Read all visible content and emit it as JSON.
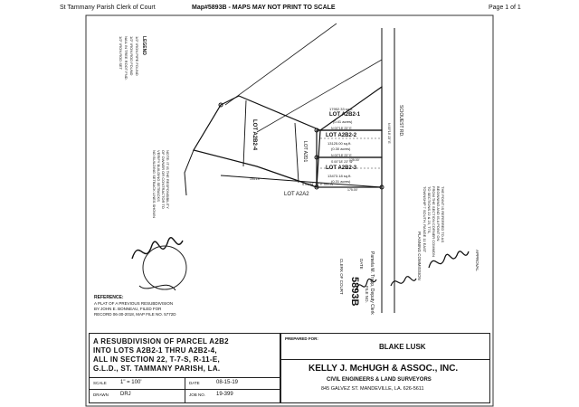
{
  "header": {
    "left": "St Tammany Parish Clerk of Court",
    "center": "Map#5893B - MAPS MAY NOT PRINT TO SCALE",
    "right": "Page 1 of 1"
  },
  "plat": {
    "legend_title": "LEGEND",
    "legend_items": [
      "1/2\" IRON PIPE FOUND",
      "1/2\" IRON ROD FOUND",
      "NAIL IN TREE ROOT FND.",
      "1/2\" IRON ROD SET"
    ],
    "lots": [
      {
        "name": "LOT A2B2-1",
        "area": "17952.33 sq.ft.",
        "acres": "(0.41 acres)"
      },
      {
        "name": "LOT A2B2-2",
        "area": "13125.00 sq.ft.",
        "acres": "(0.30 acres)"
      },
      {
        "name": "LOT A2B2-3",
        "area": "13473.18 sq.ft.",
        "acres": "(0.31 acres)"
      },
      {
        "name": "LOT A2B2-4",
        "area": "",
        "acres": ""
      }
    ],
    "lot_below": "LOT A2A2",
    "lot_left": "LOT A2D1",
    "road_name": "SCIOUEST RD.",
    "bearings": [
      "N 00°18' 23\" E",
      "N 00°18' 23\" E",
      "S 00°18' 23\" W",
      "S 01°54' 34\" E 359.24'",
      "194.19'",
      "175.00'",
      "125.00'",
      "N 00°18' 23\" E"
    ],
    "notes_left": [
      "NOTE: IT IS THE RESPONSIBILITY",
      "OF OWNER OR CONTRACTOR TO",
      "VERIFY BUILDING SETBACKS",
      "NO BUILDING SETBACK LINES SHOWN"
    ],
    "point_note": [
      "THE POINT IS REFERRED TO AS",
      "BEGINNING AND IS A POINT ON",
      "FROM THE SECTION CORNER COMMON",
      "TO SECTIONS 22 & 23, T7S,",
      "TOWNSHIP 7 SOUTH, RANGE 11 EAST"
    ],
    "commission_title": "PLANNING COMMISSION",
    "approval": "APPROVAL",
    "clerk": "CLERK OF COURT",
    "clerk_name": "Pamela M. Trapp, Deputy Clerk",
    "file_no": "FILE NO.",
    "date_label": "DATE",
    "map_no": "5893B",
    "reference_title": "REFERENCE:",
    "reference": [
      "A PLAT OF A PREVIOUS RESUBDIVISION",
      "BY JOHN E. BONNEAU, FILED FOR",
      "RECORD 06-30-2018, MAP FILE NO. 5772D"
    ]
  },
  "title_block": {
    "lines": [
      "A RESUBDIVISION OF PARCEL A2B2",
      "INTO LOTS A2B2-1 THRU A2B2-4,",
      "ALL IN SECTION 22, T-7-S, R-11-E,",
      "G.L.D., ST. TAMMANY PARISH, LA."
    ],
    "scale_label": "SCALE",
    "scale": "1\" = 100'",
    "date_label": "DATE",
    "date": "08-15-19",
    "drawn_label": "DRAWN",
    "drawn": "DRJ",
    "job_label": "JOB NO.",
    "job": "19-399",
    "prepared_label": "PREPARED FOR:",
    "client": "BLAKE LUSK",
    "firm": "KELLY J. McHUGH & ASSOC., INC.",
    "firm_sub": "CIVIL ENGINEERS & LAND SURVEYORS",
    "address": "845 GALVEZ ST. MANDEVILLE, LA. 626-5611"
  }
}
